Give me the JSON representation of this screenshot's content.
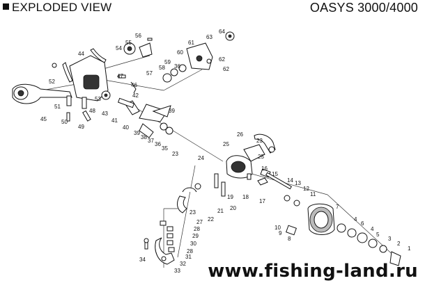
{
  "header": {
    "left_title": "EXPLODED VIEW",
    "right_title": "OASYS 3000/4000"
  },
  "watermark": "www.fishing-land.ru",
  "part_labels": [
    "1",
    "2",
    "3",
    "4",
    "4",
    "5",
    "6",
    "7",
    "8",
    "9",
    "10",
    "11",
    "12",
    "13",
    "14",
    "15",
    "16",
    "17",
    "18",
    "19",
    "20",
    "21",
    "22",
    "23",
    "23",
    "23",
    "24",
    "25",
    "25",
    "26",
    "27",
    "28",
    "28",
    "29",
    "30",
    "31",
    "32",
    "33",
    "34",
    "35",
    "36",
    "36",
    "37",
    "38",
    "39",
    "39",
    "40",
    "41",
    "42",
    "43",
    "44",
    "45",
    "46",
    "47",
    "48",
    "49",
    "50",
    "51",
    "52",
    "53",
    "54",
    "55",
    "56",
    "57",
    "58",
    "59",
    "60",
    "61",
    "62",
    "62",
    "63",
    "64"
  ]
}
